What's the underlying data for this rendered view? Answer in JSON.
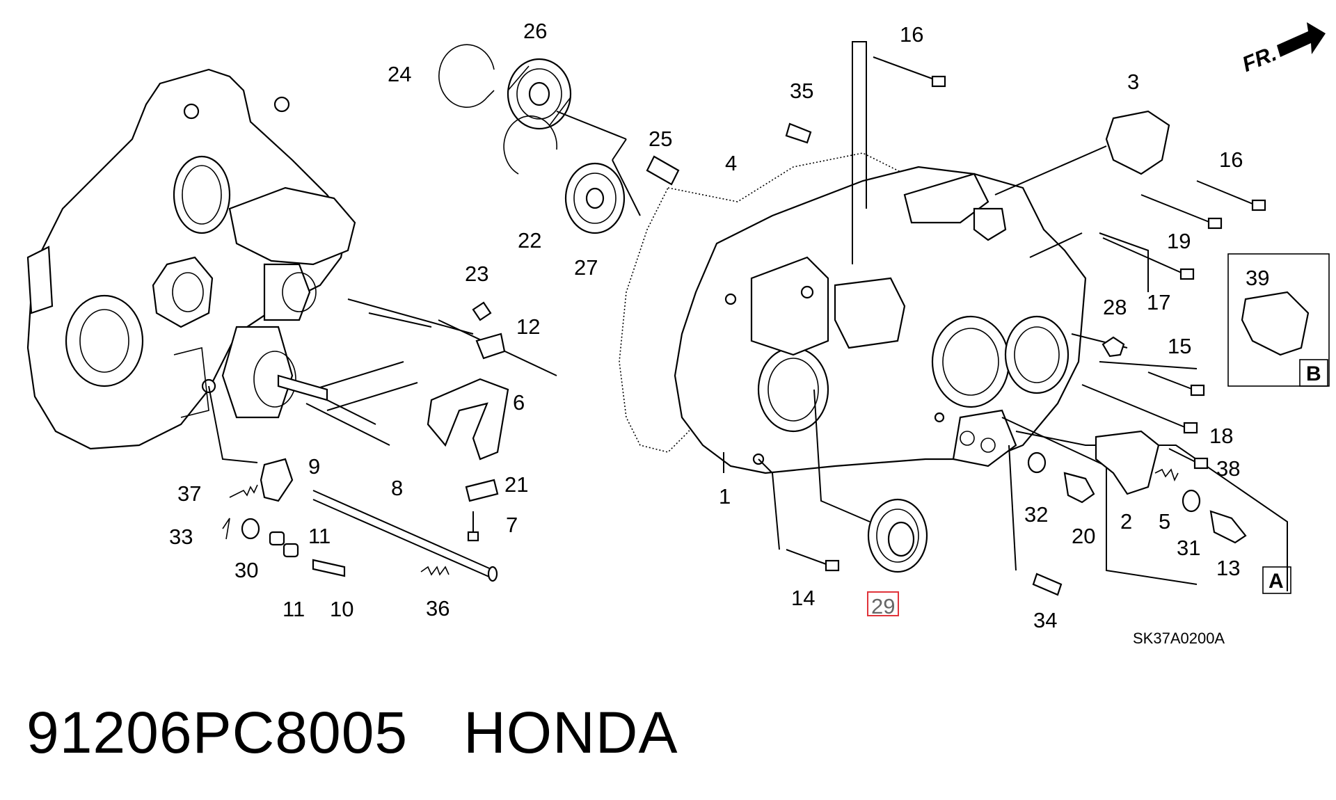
{
  "diagram": {
    "drawing_code": "SK37A0200A",
    "direction_label": "FR.",
    "highlighted_callout": "29",
    "callouts": [
      "1",
      "2",
      "3",
      "4",
      "5",
      "6",
      "7",
      "8",
      "9",
      "10",
      "11",
      "11",
      "12",
      "13",
      "14",
      "15",
      "16",
      "16",
      "17",
      "18",
      "19",
      "20",
      "21",
      "22",
      "23",
      "24",
      "25",
      "26",
      "27",
      "28",
      "29",
      "30",
      "31",
      "32",
      "33",
      "34",
      "35",
      "36",
      "37",
      "38",
      "39"
    ],
    "inset_labels": [
      "A",
      "B"
    ]
  },
  "footer": {
    "part_number": "91206PC8005",
    "brand": "HONDA"
  }
}
